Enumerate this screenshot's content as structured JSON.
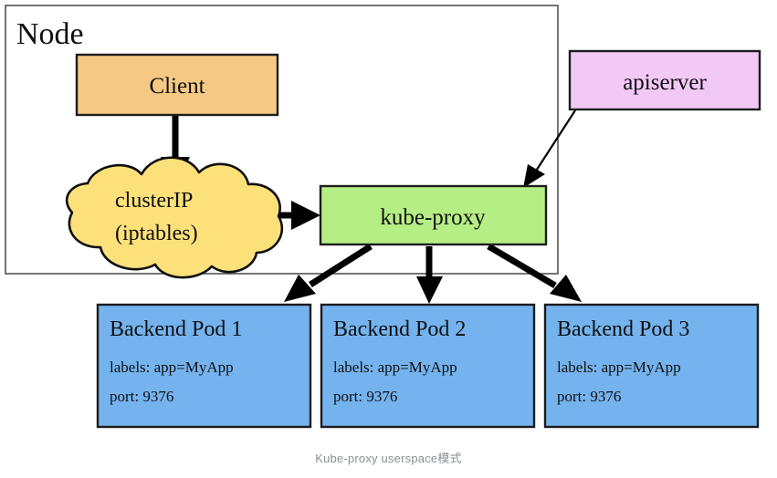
{
  "diagram": {
    "title": "Kube-proxy userspace mode",
    "caption": "Kube-proxy userspace模式",
    "node_container": {
      "label": "Node"
    },
    "nodes": {
      "client": {
        "label": "Client",
        "color": "#f5c884"
      },
      "cluster_ip": {
        "label_line1": "clusterIP",
        "label_line2": "(iptables)",
        "color": "#fce17a"
      },
      "kube_proxy": {
        "label": "kube-proxy",
        "color": "#b6ee86"
      },
      "apiserver": {
        "label": "apiserver",
        "color": "#f2c8f7"
      }
    },
    "pods": [
      {
        "title": "Backend Pod 1",
        "labels": "labels: app=MyApp",
        "port": "port: 9376",
        "color": "#74b3ee"
      },
      {
        "title": "Backend Pod 2",
        "labels": "labels: app=MyApp",
        "port": "port: 9376",
        "color": "#74b3ee"
      },
      {
        "title": "Backend Pod 3",
        "labels": "labels: app=MyApp",
        "port": "port: 9376",
        "color": "#74b3ee"
      }
    ],
    "edges": [
      {
        "from": "client",
        "to": "cluster_ip",
        "style": "thick"
      },
      {
        "from": "cluster_ip",
        "to": "kube_proxy",
        "style": "thick"
      },
      {
        "from": "apiserver",
        "to": "kube_proxy",
        "style": "thin"
      },
      {
        "from": "kube_proxy",
        "to": "pod_1",
        "style": "thick"
      },
      {
        "from": "kube_proxy",
        "to": "pod_2",
        "style": "thick"
      },
      {
        "from": "kube_proxy",
        "to": "pod_3",
        "style": "thick"
      }
    ]
  }
}
